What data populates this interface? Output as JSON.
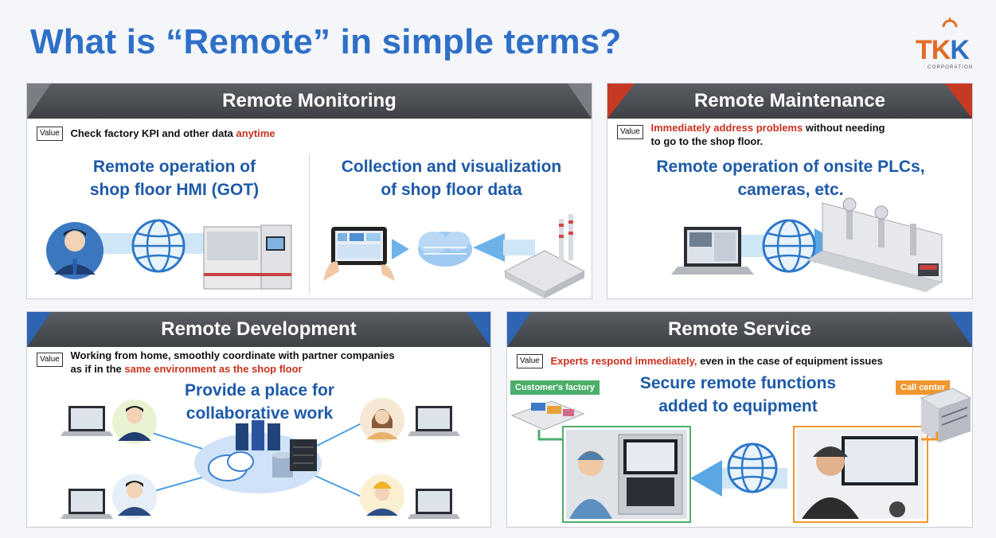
{
  "title": "What is “Remote” in simple terms?",
  "logo": {
    "text_a": "TK",
    "text_b": "K",
    "sub": "CORPORATION"
  },
  "value_label": "Value",
  "panels": {
    "monitoring": {
      "header": "Remote Monitoring",
      "value_pre": "Check factory KPI and other data ",
      "value_red": "anytime",
      "left_line1": "Remote operation of",
      "left_line2": "shop floor HMI (GOT)",
      "right_line1": "Collection and visualization",
      "right_line2": "of shop floor data"
    },
    "maintenance": {
      "header": "Remote Maintenance",
      "value_red": "Immediately address problems",
      "value_post": " without needing",
      "value_line2": "to go to the shop floor.",
      "line1": "Remote operation of onsite PLCs,",
      "line2": "cameras, etc."
    },
    "development": {
      "header": "Remote Development",
      "value_line1": "Working from home, smoothly coordinate with partner companies",
      "value_pre2": "as if in the ",
      "value_red": "same environment as the shop floor",
      "line1": "Provide a place for",
      "line2": "collaborative work"
    },
    "service": {
      "header": "Remote Service",
      "value_red": "Experts respond immediately,",
      "value_post": " even in the case of equipment issues",
      "line1": "Secure remote functions",
      "line2": "added to equipment",
      "tag_left": "Customer's factory",
      "tag_right": "Call center"
    }
  },
  "colors": {
    "title": "#2e6fc7",
    "accent_blue": "#1d5aa8",
    "red": "#c8321e",
    "header": "#4a4d52",
    "green_tag": "#4cae6b",
    "orange_tag": "#f0962e"
  }
}
